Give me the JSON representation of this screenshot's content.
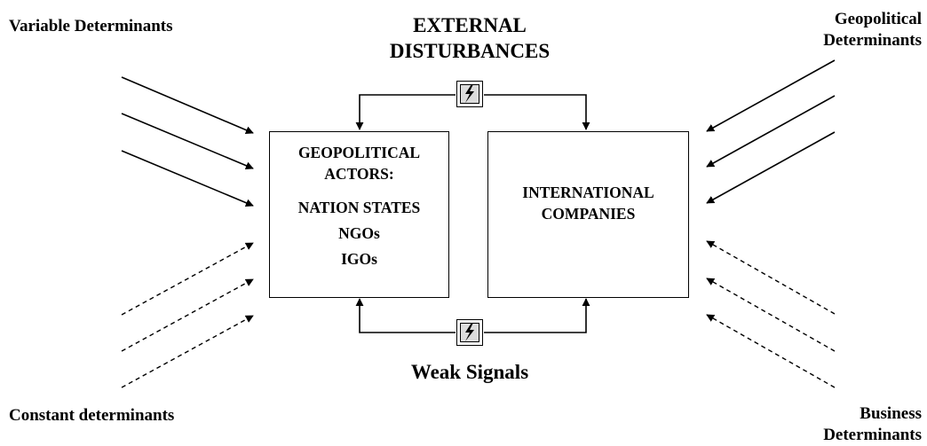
{
  "labels": {
    "variable_determinants": "Variable Determinants",
    "constant_determinants": "Constant determinants",
    "geopolitical_determinants_line1": "Geopolitical",
    "geopolitical_determinants_line2": "Determinants",
    "business_determinants_line1": "Business",
    "business_determinants_line2": "Determinants",
    "external_disturbances_line1": "EXTERNAL",
    "external_disturbances_line2": "DISTURBANCES",
    "weak_signals": "Weak Signals"
  },
  "left_box": {
    "title_line1": "GEOPOLITICAL",
    "title_line2": "ACTORS:",
    "items": [
      "NATION STATES",
      "NGOs",
      "IGOs"
    ]
  },
  "right_box": {
    "line1": "INTERNATIONAL",
    "line2": "COMPANIES"
  },
  "icons": {
    "top": "lightning-bolt-icon",
    "bottom": "lightning-bolt-icon"
  }
}
